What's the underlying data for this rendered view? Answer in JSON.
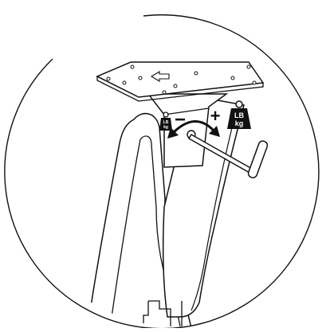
{
  "diagram": {
    "weight_small": {
      "line1": "LB",
      "line2": "kg"
    },
    "weight_large": {
      "line1": "LB",
      "line2": "kg"
    },
    "minus_sign": "−",
    "plus_sign": "+"
  },
  "colors": {
    "line": "#111111",
    "weight_fill": "#111111",
    "weight_text": "#ffffff",
    "background": "#ffffff"
  }
}
